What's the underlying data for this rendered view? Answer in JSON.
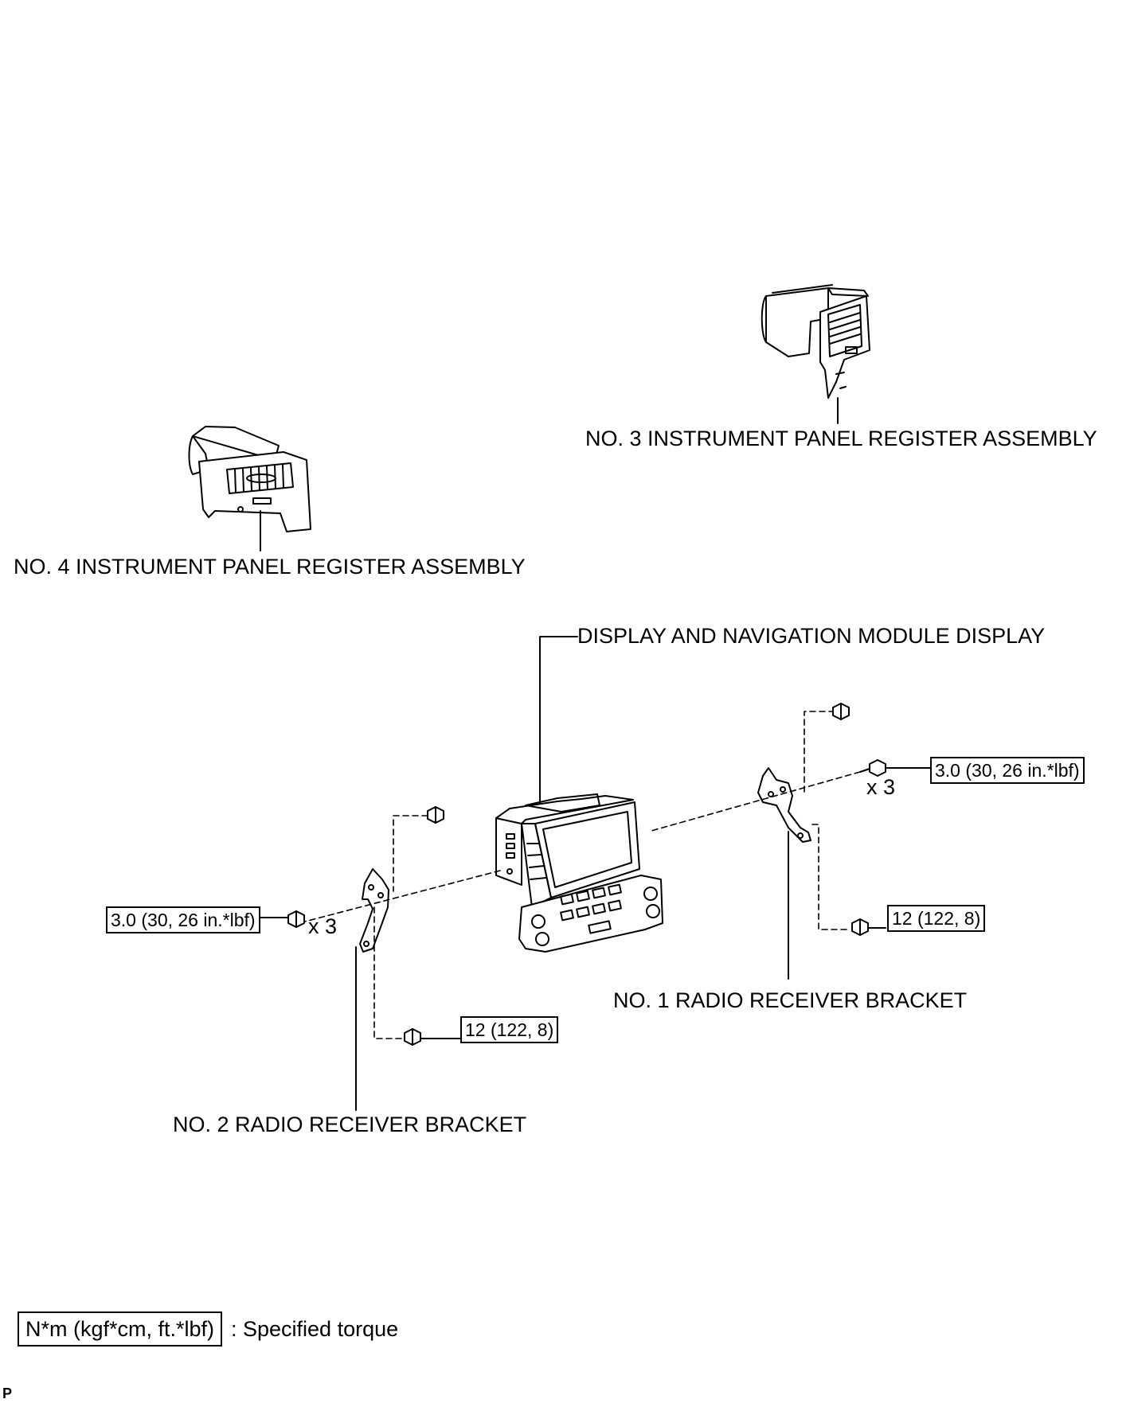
{
  "labels": {
    "register_no3": "NO. 3 INSTRUMENT PANEL REGISTER ASSEMBLY",
    "register_no4": "NO. 4 INSTRUMENT PANEL REGISTER ASSEMBLY",
    "display_module": "DISPLAY AND NAVIGATION MODULE DISPLAY",
    "bracket_no1": "NO. 1 RADIO RECEIVER BRACKET",
    "bracket_no2": "NO. 2 RADIO RECEIVER BRACKET"
  },
  "torques": {
    "right_bolts": "3.0 (30, 26 in.*lbf)",
    "left_bolts": "3.0 (30, 26 in.*lbf)",
    "right_lower": "12 (122, 8)",
    "left_lower": "12 (122, 8)"
  },
  "quantities": {
    "right": "x 3",
    "left": "x 3"
  },
  "legend": {
    "unit": "N*m (kgf*cm, ft.*lbf)",
    "meaning": ": Specified torque"
  },
  "corner_mark": "P"
}
